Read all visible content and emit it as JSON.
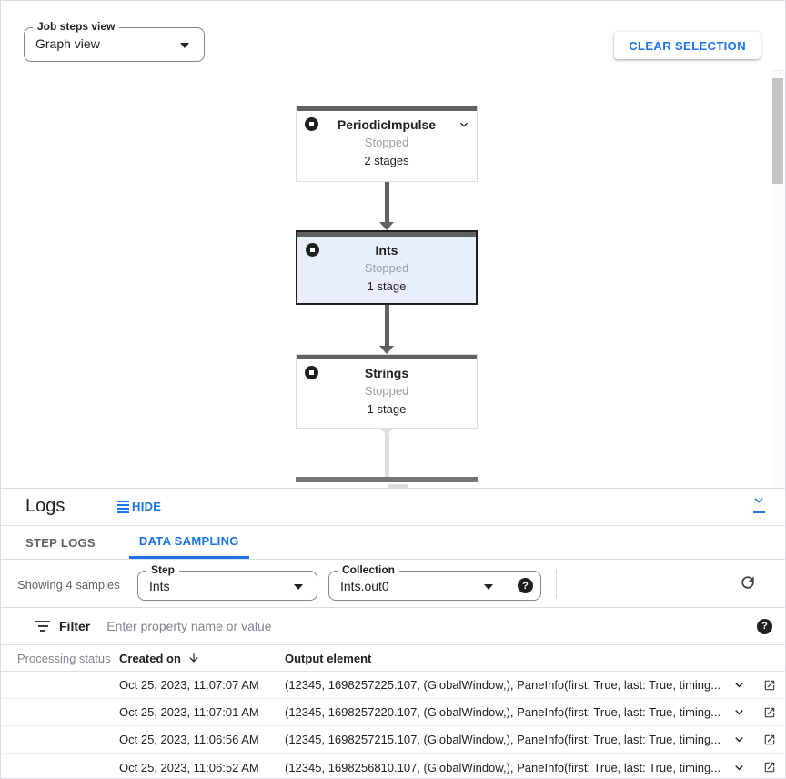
{
  "toolbar": {
    "job_steps_view": {
      "label": "Job steps view",
      "value": "Graph view"
    },
    "clear_selection_label": "CLEAR SELECTION"
  },
  "graph": {
    "selected_node": "Ints",
    "nodes": [
      {
        "title": "PeriodicImpulse",
        "status": "Stopped",
        "stages": "2 stages"
      },
      {
        "title": "Ints",
        "status": "Stopped",
        "stages": "1 stage"
      },
      {
        "title": "Strings",
        "status": "Stopped",
        "stages": "1 stage"
      }
    ]
  },
  "logs_panel": {
    "title": "Logs",
    "hide_label": "HIDE",
    "tabs": {
      "step_logs": "STEP LOGS",
      "data_sampling": "DATA SAMPLING",
      "active": "DATA SAMPLING"
    },
    "controls": {
      "showing_text": "Showing 4 samples",
      "step": {
        "label": "Step",
        "value": "Ints"
      },
      "collection": {
        "label": "Collection",
        "value": "Ints.out0"
      },
      "help_glyph": "?"
    },
    "filter": {
      "label": "Filter",
      "placeholder": "Enter property name or value",
      "help_glyph": "?"
    },
    "table": {
      "headers": {
        "status": "Processing status",
        "created": "Created on",
        "output": "Output element"
      },
      "rows": [
        {
          "created_on": "Oct 25, 2023, 11:07:07 AM",
          "output_element": "(12345, 1698257225.107, (GlobalWindow,), PaneInfo(first: True, last: True, timing..."
        },
        {
          "created_on": "Oct 25, 2023, 11:07:01 AM",
          "output_element": "(12345, 1698257220.107, (GlobalWindow,), PaneInfo(first: True, last: True, timing..."
        },
        {
          "created_on": "Oct 25, 2023, 11:06:56 AM",
          "output_element": "(12345, 1698257215.107, (GlobalWindow,), PaneInfo(first: True, last: True, timing..."
        },
        {
          "created_on": "Oct 25, 2023, 11:06:52 AM",
          "output_element": "(12345, 1698256810.107, (GlobalWindow,), PaneInfo(first: True, last: True, timing..."
        }
      ]
    }
  },
  "icons": {
    "dropdown_caret": "filled-triangle-down",
    "node_status": "stop-circle",
    "node_expand": "chevron-down",
    "hide": "four-horizontal-lines",
    "collapse_panel": "chevron-down-over-bar",
    "help": "question-mark-in-circle",
    "refresh": "circular-arrow",
    "filter": "funnel-lines",
    "sort": "arrow-downward",
    "row_expand": "chevron-down",
    "row_open": "open-in-new"
  },
  "colors": {
    "accent_blue": "#1a73e8",
    "selected_node_bg": "#e8eefb",
    "node_top_bar": "#616161",
    "status_gray": "#9aa0a6",
    "text_dark": "#202124",
    "edge_dark": "#616161",
    "edge_light": "#e0e0e0"
  }
}
